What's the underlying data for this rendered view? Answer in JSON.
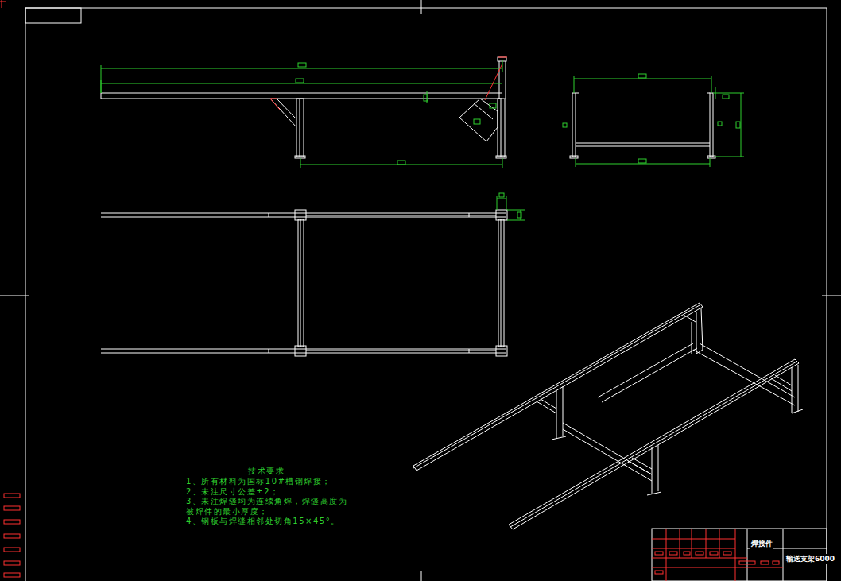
{
  "diagram": {
    "labels": [
      "技术要求",
      "1、所有材料为国标10#槽钢焊接；",
      "2、未注尺寸公差±2；",
      "3、未注焊缝均为连续角焊，焊缝高度为被焊件的最小厚度；",
      "4、钢板与焊缝相邻处切角15×45°。",
      "焊接件",
      "输送支架6000"
    ]
  }
}
